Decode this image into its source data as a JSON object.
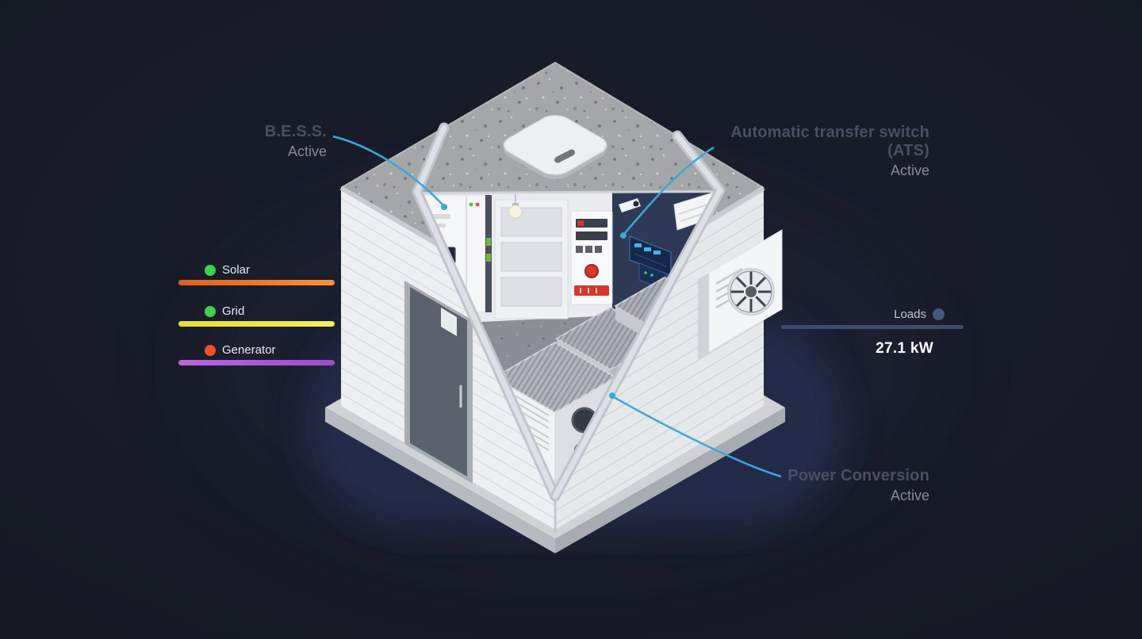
{
  "scene": {
    "background": "#171a26",
    "accent_color": "#3aa8d8",
    "title_color": "#4a4f63",
    "status_color": "#858a9e"
  },
  "callouts": {
    "bess": {
      "title": "B.E.S.S.",
      "status": "Active"
    },
    "ats": {
      "title_line1": "Automatic transfer switch",
      "title_line2": "(ATS)",
      "status": "Active"
    },
    "power_conversion": {
      "title": "Power Conversion",
      "status": "Active"
    }
  },
  "legend": {
    "items": [
      {
        "label": "Solar",
        "dot_color": "#3ed24b",
        "line_gradient": [
          "#dd5f28",
          "#f5923c"
        ]
      },
      {
        "label": "Grid",
        "dot_color": "#3ed24b",
        "line_gradient": [
          "#e3df3f",
          "#f2ef62"
        ]
      },
      {
        "label": "Generator",
        "dot_color": "#f2502a",
        "line_gradient": [
          "#bb66de",
          "#9a4ccc"
        ]
      }
    ]
  },
  "loads": {
    "label": "Loads",
    "value": "27.1 kW",
    "dot_color": "#46587f",
    "line_color": "#3d4b70"
  },
  "illustration": {
    "name": "bess-container-cutaway",
    "components": [
      "roof-vent",
      "battery-cabinet",
      "storage-shelves",
      "ats-panel",
      "ceiling-lamp",
      "security-camera",
      "wall-ac-unit",
      "control-panels",
      "hvac-units",
      "power-conversion-unit",
      "exterior-fan-unit",
      "entry-door"
    ]
  }
}
